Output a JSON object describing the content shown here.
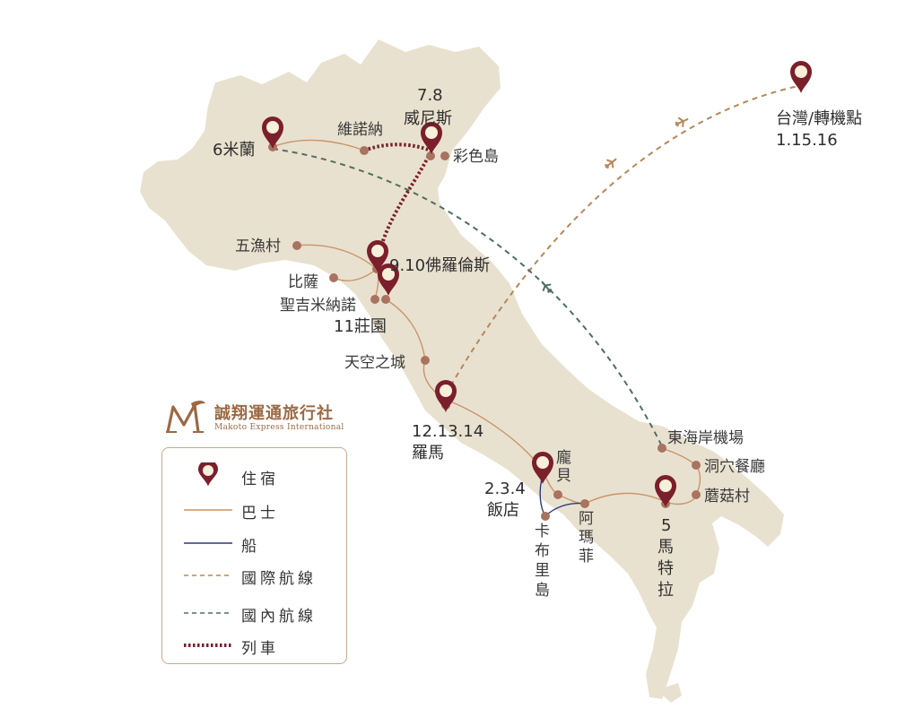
{
  "brand": {
    "name": "誠翔運通旅行社",
    "name_en": "Makoto Express International"
  },
  "colors": {
    "land": "#e9e1cf",
    "pin": "#7a1f2b",
    "stop_dot": "#a8735f",
    "bus": "#c8946a",
    "ship": "#2b3a7a",
    "intl_flight": "#b8865a",
    "dom_flight": "#4f6e62",
    "train": "#7a1f2b"
  },
  "labels": {
    "venice_days": "7.8",
    "venice": "威尼斯",
    "verona": "維諾納",
    "burano": "彩色島",
    "milan": "6米蘭",
    "taiwan": "台灣/轉機點",
    "taiwan_days": "1.15.16",
    "cinque_terre": "五漁村",
    "florence": "9.10佛羅倫斯",
    "pisa": "比薩",
    "san_gimignano": "聖吉米納諾",
    "farm": "11莊園",
    "civita": "天空之城",
    "rome_days": "12.13.14",
    "rome": "羅馬",
    "pompeii_a": "龐",
    "pompeii_b": "貝",
    "hotel_days": "2.3.4",
    "hotel": "飯店",
    "amalfi_a": "阿",
    "amalfi_b": "瑪",
    "amalfi_c": "菲",
    "capri_a": "卡",
    "capri_b": "布",
    "capri_c": "里",
    "capri_d": "島",
    "east_airport": "東海岸機場",
    "cave_restaurant": "洞穴餐廳",
    "mushroom_village": "蘑菇村",
    "matera_a": "5",
    "matera_b": "馬",
    "matera_c": "特",
    "matera_d": "拉"
  },
  "legend": {
    "items": [
      {
        "symbol": "lodging-pin",
        "label": "住宿"
      },
      {
        "symbol": "bus-line",
        "label": "巴士"
      },
      {
        "symbol": "ship-line",
        "label": "船"
      },
      {
        "symbol": "international-flight-line",
        "label": "國際航線"
      },
      {
        "symbol": "domestic-flight-line",
        "label": "國內航線"
      },
      {
        "symbol": "train-line",
        "label": "列車"
      }
    ]
  }
}
